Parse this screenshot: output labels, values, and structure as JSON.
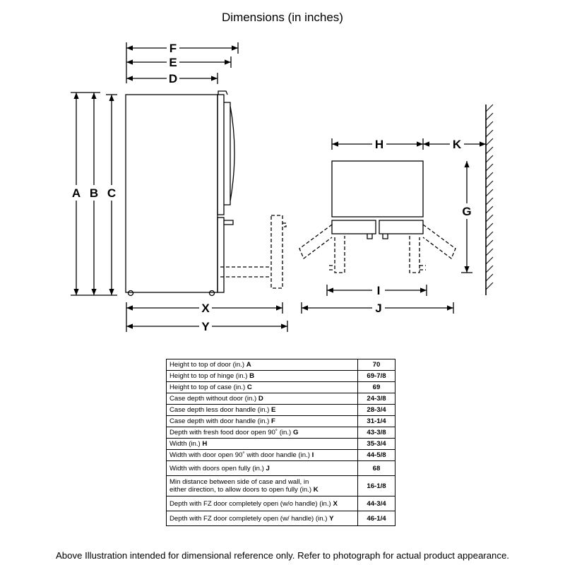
{
  "title": "Dimensions (in inches)",
  "labels": {
    "a": "A",
    "b": "B",
    "c": "C",
    "d": "D",
    "e": "E",
    "f": "F",
    "g": "G",
    "h": "H",
    "i": "I",
    "j": "J",
    "k": "K",
    "x": "X",
    "y": "Y"
  },
  "table": {
    "rows": [
      {
        "label": "Height to top of door (in.)",
        "key": "A",
        "value": "70"
      },
      {
        "label": "Height to top of hinge (in.)",
        "key": "B",
        "value": "69-7/8"
      },
      {
        "label": "Height to top of case (in.)",
        "key": "C",
        "value": "69"
      },
      {
        "label": "Case depth without door (in.)",
        "key": "D",
        "value": "24-3/8"
      },
      {
        "label": "Case depth less door handle (in.)",
        "key": "E",
        "value": "28-3/4"
      },
      {
        "label": "Case depth with door handle (in.)",
        "key": "F",
        "value": "31-1/4"
      },
      {
        "label": "Depth with fresh food door open 90˚ (in.)",
        "key": "G",
        "value": "43-3/8"
      },
      {
        "label": "Width (in.)",
        "key": "H",
        "value": "35-3/4"
      },
      {
        "label": "Width with door open 90˚ with door handle (in.)",
        "key": "I",
        "value": "44-5/8"
      },
      {
        "label": "Width with doors open fully (in.)",
        "key": "J",
        "value": "68"
      },
      {
        "label": "Min distance between side of case and wall, in",
        "label2": "either direction, to allow doors to open fully (in.)",
        "key": "K",
        "value": "16-1/8"
      },
      {
        "label": "Depth with FZ door completely open (w/o handle) (in.)",
        "key": "X",
        "value": "44-3/4"
      },
      {
        "label": "Depth with FZ door completely open (w/ handle) (in.)",
        "key": "Y",
        "value": "46-1/4"
      }
    ]
  },
  "footer": "Above Illustration intended for dimensional reference only. Refer to photograph for actual product appearance."
}
